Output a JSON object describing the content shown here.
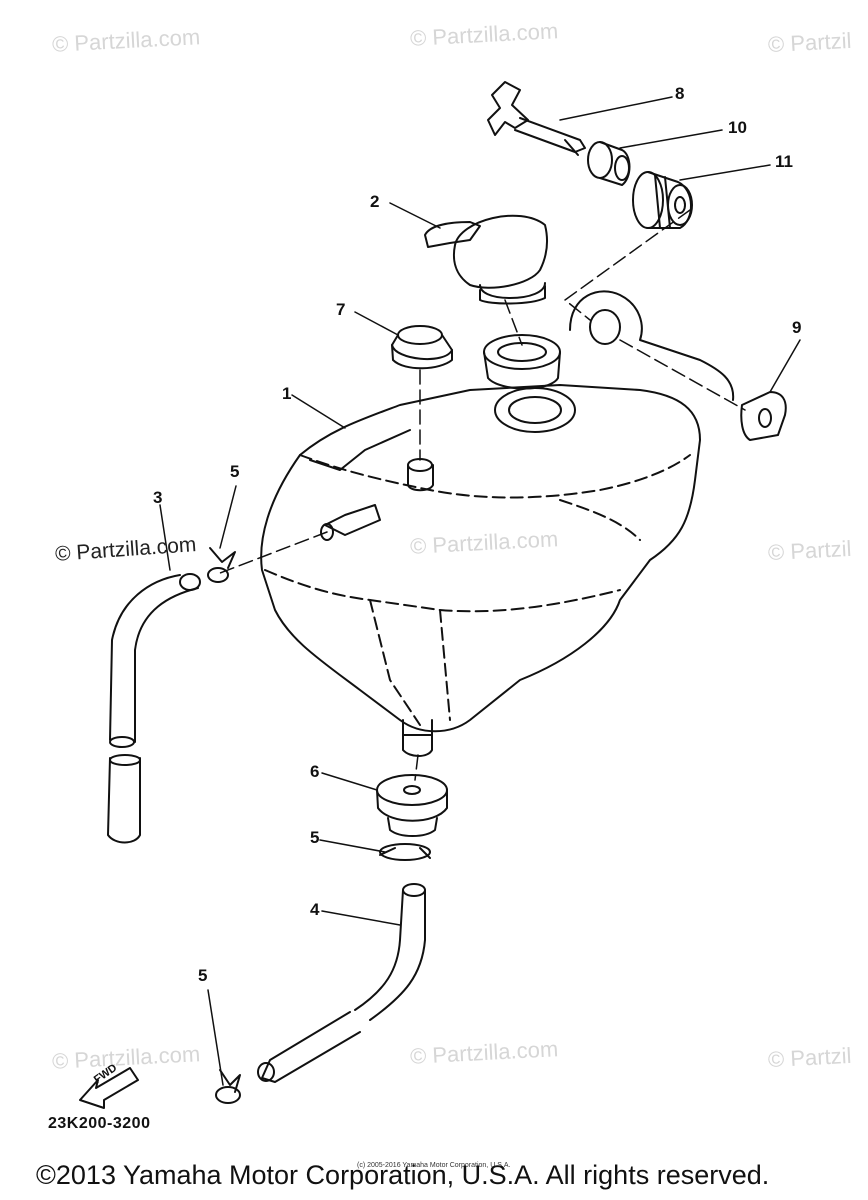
{
  "watermarks": [
    "© Partzilla.com",
    "© Partzilla.com",
    "© Partzil",
    "© Partzilla.com",
    "© Partzilla.com",
    "© Partzil",
    "© Partzilla.com",
    "© Partzilla.com",
    "© Partzil"
  ],
  "callouts": [
    "8",
    "10",
    "11",
    "2",
    "7",
    "9",
    "1",
    "5",
    "3",
    "6",
    "5",
    "4",
    "5"
  ],
  "fwd_label": "FWD",
  "diagram_code": "23K200-3200",
  "tiny_notice": "(c) 2005-2016 Yamaha Motor Corporation, U.S.A.",
  "copyright": "©2013 Yamaha Motor Corporation, U.S.A. All rights reserved."
}
